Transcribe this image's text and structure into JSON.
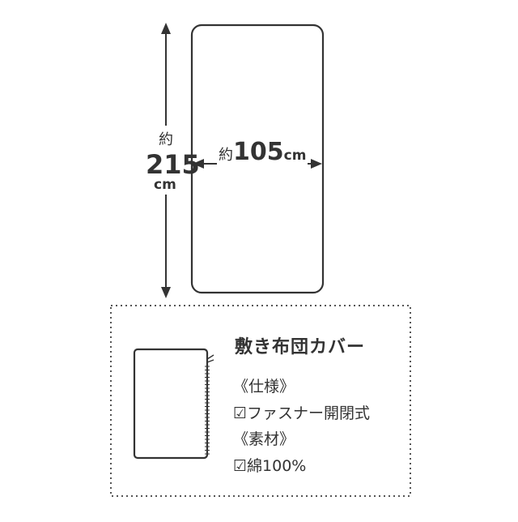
{
  "dimensions": {
    "height": {
      "prefix": "約",
      "value": "215",
      "unit": "cm"
    },
    "width": {
      "prefix": "約",
      "value": "105",
      "unit": "cm"
    }
  },
  "product": {
    "title": "敷き布団カバー",
    "spec_heading": "《仕様》",
    "spec_value": "☑ファスナー開閉式",
    "material_heading": "《素材》",
    "material_value": "☑綿100%"
  },
  "colors": {
    "line": "#333333",
    "dotted_border": "#555555",
    "background": "#ffffff"
  },
  "icons": [
    "arrow-up-icon",
    "arrow-down-icon",
    "arrow-left-icon",
    "arrow-right-icon",
    "zipper-icon"
  ]
}
